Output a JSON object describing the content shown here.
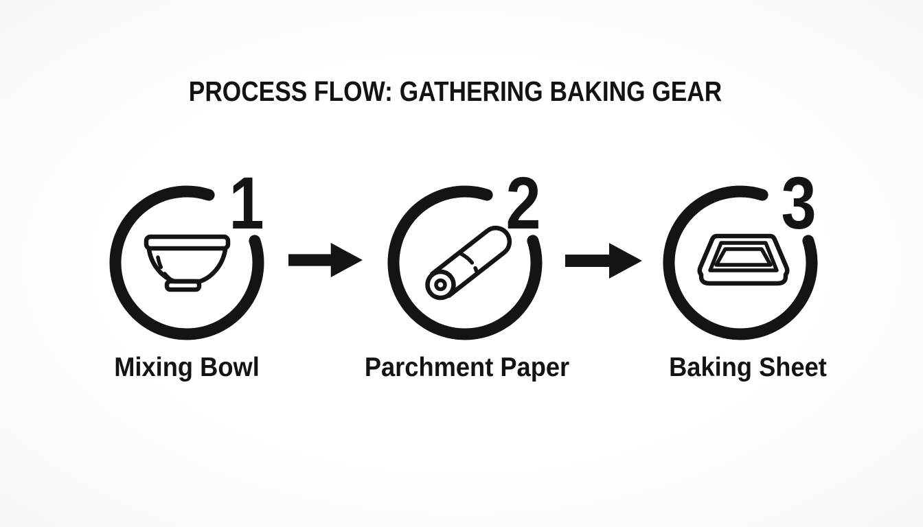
{
  "title": "PROCESS FLOW: GATHERING BAKING GEAR",
  "colors": {
    "ink": "#141414",
    "background": "#fcfcfc"
  },
  "steps": [
    {
      "number": "1",
      "label": "Mixing Bowl",
      "icon": "mixing-bowl-icon"
    },
    {
      "number": "2",
      "label": "Parchment Paper",
      "icon": "parchment-paper-roll-icon"
    },
    {
      "number": "3",
      "label": "Baking Sheet",
      "icon": "baking-sheet-icon"
    }
  ],
  "connectors": [
    {
      "icon": "arrow-right-icon"
    },
    {
      "icon": "arrow-right-icon"
    }
  ]
}
